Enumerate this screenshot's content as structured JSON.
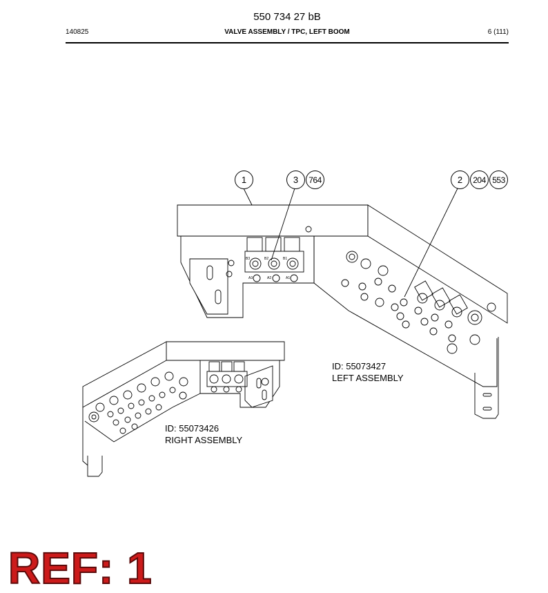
{
  "header": {
    "doc_number": "550 734 27 bB",
    "date": "140825",
    "title": "VALVE ASSEMBLY / TPC, LEFT BOOM",
    "page": "6 (111)"
  },
  "callouts": {
    "c1": "1",
    "c3": "3",
    "c764": "764",
    "c2": "2",
    "c204": "204",
    "c553": "553"
  },
  "left_assembly": {
    "id": "ID: 55073427",
    "name": "LEFT ASSEMBLY"
  },
  "right_assembly": {
    "id": "ID: 55073426",
    "name": "RIGHT ASSEMBLY"
  },
  "valve_port_labels": [
    "B3",
    "B2",
    "B1",
    "A3",
    "A2",
    "A1"
  ],
  "ref_stamp": "REF: 1",
  "colors": {
    "ref_stamp": "#cc1b1b",
    "line": "#000000"
  }
}
